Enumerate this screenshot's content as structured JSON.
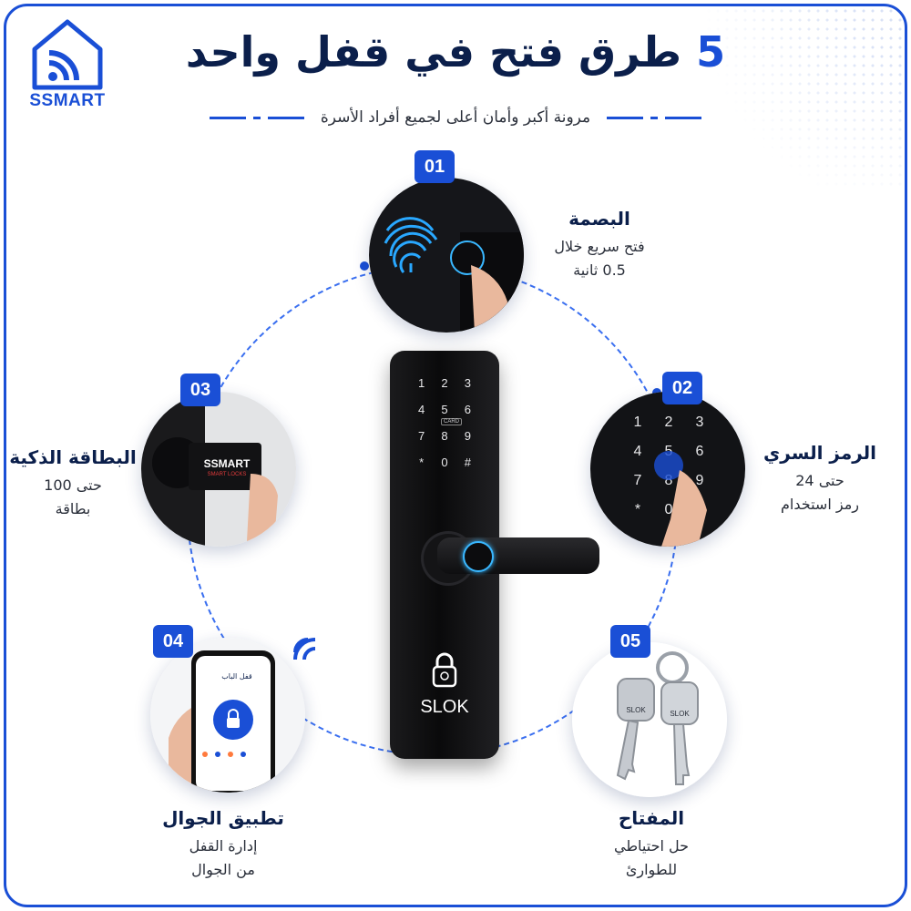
{
  "brand": {
    "name": "SSMART",
    "color": "#1a4fd6"
  },
  "header": {
    "title_number": "5",
    "title_text": "طرق فتح في قفل واحد",
    "subtitle": "مرونة أكبر وأمان أعلى لجميع أفراد الأسرة"
  },
  "colors": {
    "accent": "#1a4fd6",
    "heading": "#0b1f4b",
    "text": "#2a2f3a"
  },
  "methods": [
    {
      "badge": "01",
      "title": "البصمة",
      "line1": "فتح سريع خلال",
      "line2": "0.5 ثانية",
      "icon": "fingerprint-icon"
    },
    {
      "badge": "02",
      "title": "الرمز السري",
      "line1": "حتى 24",
      "line2": "رمز استخدام",
      "icon": "keypad-icon"
    },
    {
      "badge": "03",
      "title": "البطاقة الذكية",
      "line1": "حتى 100",
      "line2": "بطاقة",
      "icon": "card-icon"
    },
    {
      "badge": "04",
      "title": "تطبيق الجوال",
      "line1": "إدارة القفل",
      "line2": "من الجوال",
      "icon": "phone-icon"
    },
    {
      "badge": "05",
      "title": "المفتاح",
      "line1": "حل احتياطي",
      "line2": "للطوارئ",
      "icon": "key-icon"
    }
  ],
  "card": {
    "brand": "SSMART",
    "tagline": "SMART LOCKS"
  },
  "phone_app": {
    "header": "قفل الباب"
  },
  "lock": {
    "brand": "SLOK",
    "keypad": [
      "1",
      "2",
      "3",
      "4",
      "5",
      "6",
      "7",
      "8",
      "9",
      "*",
      "0",
      "#"
    ],
    "card_label": "CARD"
  },
  "keys": {
    "brand": "SLOK"
  }
}
